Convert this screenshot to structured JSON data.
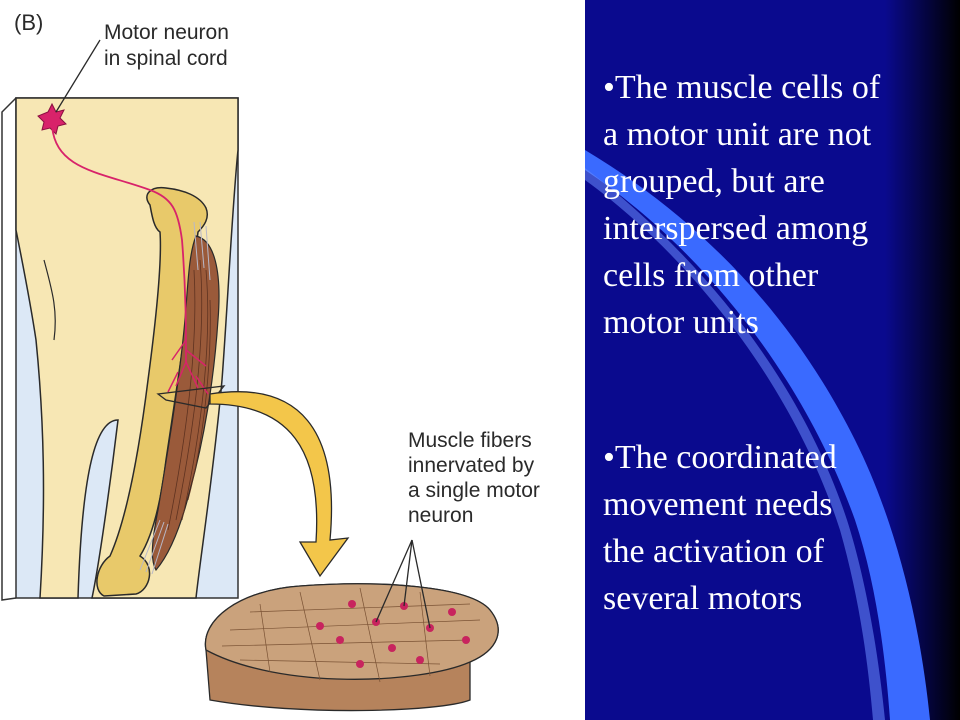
{
  "figure": {
    "panel_letter": "(B)",
    "motor_neuron_label": [
      "Motor neuron",
      "in spinal cord"
    ],
    "muscle_fibers_label": [
      "Muscle fibers",
      "innervated by",
      "a single motor",
      "neuron"
    ]
  },
  "bullets": [
    {
      "marker": "•",
      "lines": [
        "The muscle cells of",
        "a motor unit are not",
        "grouped, but are",
        "interspersed among",
        "cells from other",
        "motor units"
      ]
    },
    {
      "marker": "•",
      "lines": [
        "The coordinated",
        "movement needs",
        "the activation of",
        "several motors"
      ]
    }
  ],
  "colors": {
    "slide_background": "#0a0a8e",
    "accent_stripe": "#3a6aff",
    "skin": "#f7e7b4",
    "bone": "#e8c96a",
    "muscle": "#9a5a3a",
    "nerve": "#d8236a"
  }
}
